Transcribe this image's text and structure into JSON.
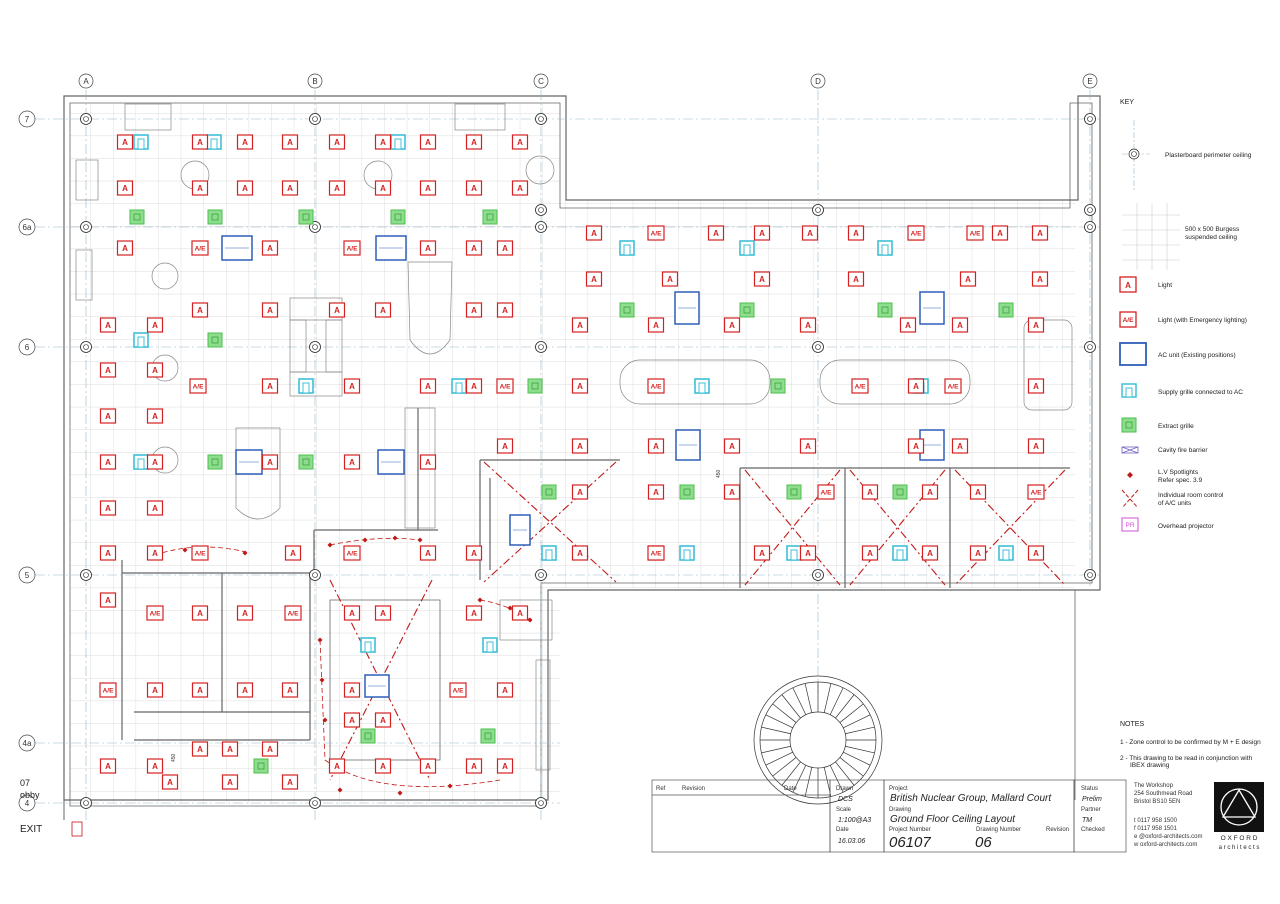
{
  "grid_columns": [
    "A",
    "B",
    "C",
    "D",
    "E"
  ],
  "grid_rows": [
    "7",
    "6a",
    "6",
    "5",
    "4a",
    "4"
  ],
  "side_labels": {
    "room": "07",
    "lobby": "obby",
    "exit": "EXIT"
  },
  "symbol_text": {
    "light": "A",
    "light_emergency": "A/E",
    "projector": "PR",
    "dim": "450"
  },
  "key": {
    "title": "KEY",
    "items": [
      {
        "icon": "plasterboard-perimeter-icon",
        "label": "Plasterboard perimeter ceiling"
      },
      {
        "icon": "burgess-ceiling-icon",
        "label": "500 x 500 Burgess",
        "label2": "suspended ceiling"
      },
      {
        "icon": "light-icon",
        "label": "Light"
      },
      {
        "icon": "emergency-light-icon",
        "label": "Light (with Emergency lighting)"
      },
      {
        "icon": "ac-unit-icon",
        "label": "AC unit   (Existing positions)"
      },
      {
        "icon": "supply-grille-icon",
        "label": "Supply grille connected to AC"
      },
      {
        "icon": "extract-grille-icon",
        "label": "Extract grille"
      },
      {
        "icon": "fire-barrier-icon",
        "label": "Cavity fire barrier"
      },
      {
        "icon": "spotlight-icon",
        "label": "L.V Spotlights",
        "label2": "Refer spec. 3.9"
      },
      {
        "icon": "room-control-icon",
        "label": "Individual room control",
        "label2": "of A/C units"
      },
      {
        "icon": "projector-icon",
        "label": "Overhead projector"
      }
    ]
  },
  "notes": {
    "title": "NOTES",
    "items": [
      "1 - Zone control to be confirmed by M + E design",
      "2 - This drawing to be read in conjunction with",
      "IBEX drawing"
    ]
  },
  "title_block": {
    "ref_label": "Ref",
    "revision_label": "Revision",
    "date_label": "Date",
    "drawn_label": "Drawn",
    "drawn": "DCS",
    "scale_label": "Scale",
    "scale": "1:100@A3",
    "date_label2": "Date",
    "date": "16.03.06",
    "project_label": "Project",
    "project": "British Nuclear Group, Mallard Court",
    "drawing_label": "Drawing",
    "drawing": "Ground Floor Ceiling Layout",
    "project_number_label": "Project Number",
    "project_number": "06107",
    "drawing_number_label": "Drawing Number",
    "drawing_number": "06",
    "revision_label2": "Revision",
    "status_label": "Status",
    "status": "Prelim",
    "partner_label": "Partner",
    "partner": "TM",
    "checked_label": "Checked"
  },
  "firm": {
    "address": [
      "The Workshop",
      "254 Southmead Road",
      "Bristol  BS10 5EN"
    ],
    "contacts": [
      "t   0117  958 1500",
      "f   0117  958 1501",
      "e   @oxford-architects.com",
      "w  oxford-architects.com"
    ],
    "name": "O X F O R D",
    "tagline": "a r c h i t e c t s"
  },
  "colors": {
    "light": "#d42020",
    "ac_unit": "#2e5fb8",
    "supply_grille": "#3fc0d8",
    "extract_grille": "#4cbf4c",
    "projector": "#d24fd2",
    "grid": "#c8c8c8",
    "walls": "#6a6a6a",
    "gridline": "#8fb8cc"
  }
}
